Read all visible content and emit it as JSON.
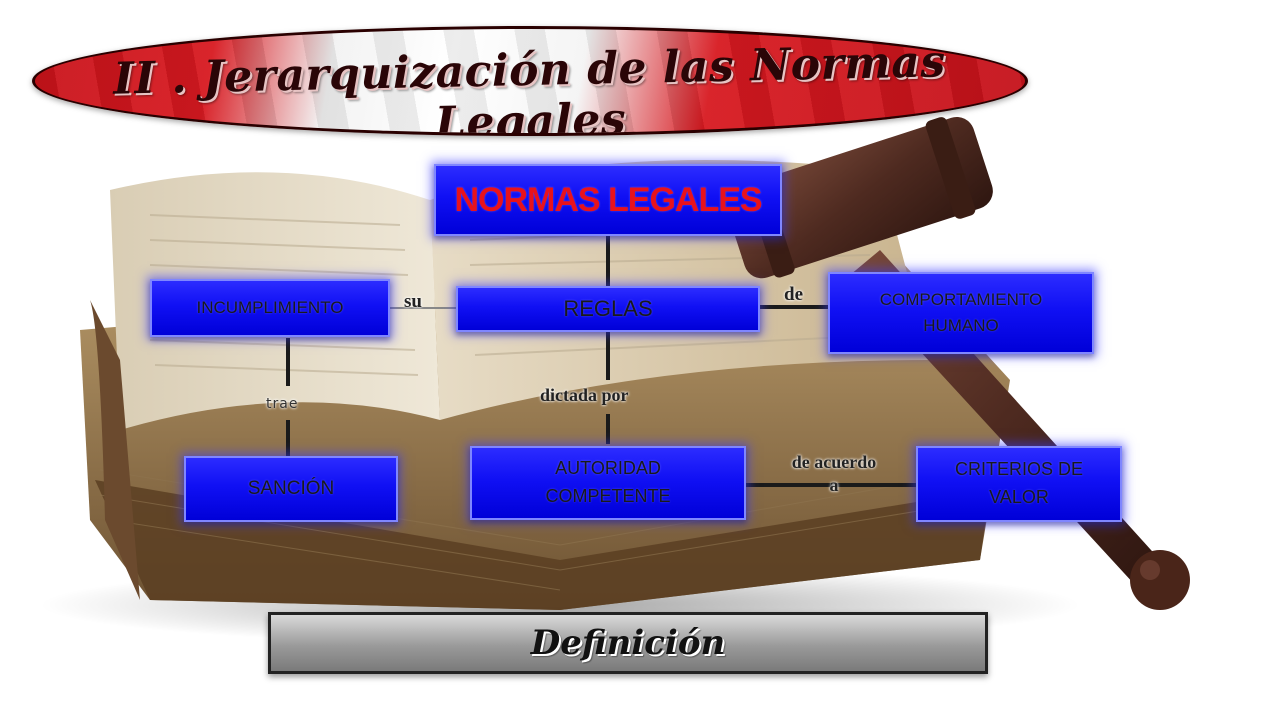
{
  "title": "II . Jerarquización de las Normas Legales",
  "nodes": {
    "normas_legales": "NORMAS LEGALES",
    "reglas": "REGLAS",
    "incumplimiento": "INCUMPLIMIENTO",
    "comportamiento": [
      "COMPORTAMIENTO",
      "HUMANO"
    ],
    "sancion": "SANCIÓN",
    "autoridad": [
      "AUTORIDAD",
      "COMPETENTE"
    ],
    "criterios": [
      "CRITERIOS DE",
      "VALOR"
    ]
  },
  "links": {
    "su": "su",
    "de": "de",
    "dictada_por": "dictada por",
    "trae": "trae",
    "de_acuerdo_a": [
      "de acuerdo",
      "a"
    ]
  },
  "footer": "Definición",
  "colors": {
    "box_blue": "#1010f4",
    "main_text_red": "#e8121c",
    "banner_red": "#d71920"
  }
}
